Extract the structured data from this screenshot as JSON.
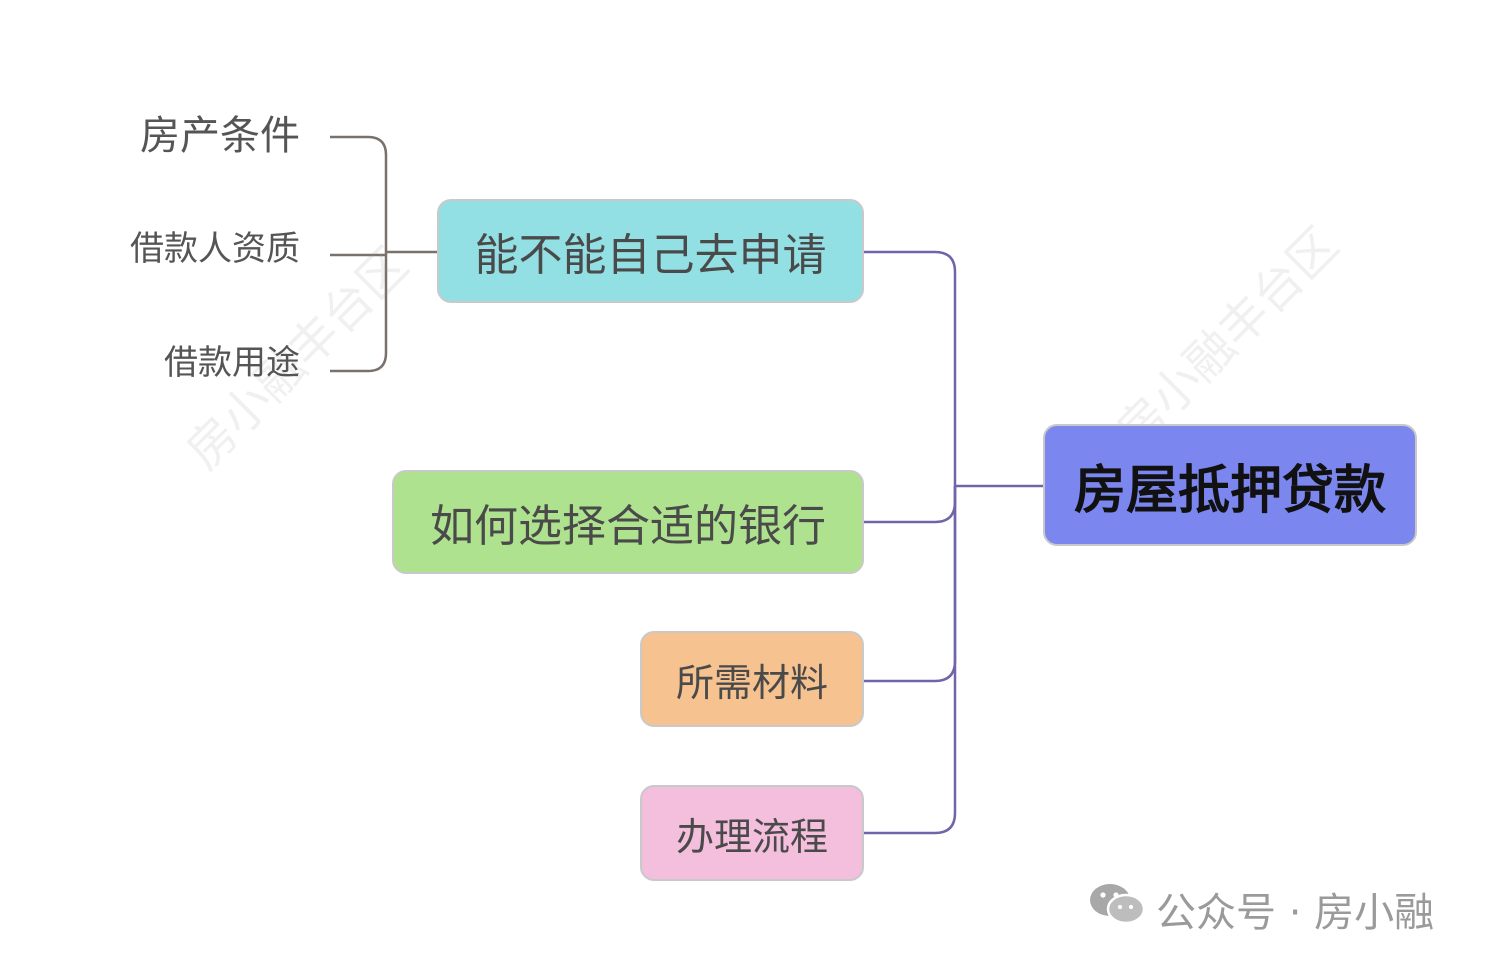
{
  "root": {
    "label": "房屋抵押贷款",
    "color": "#7b86ef"
  },
  "branches": [
    {
      "label": "能不能自己去申请",
      "color": "#93e0e4",
      "leaves": [
        "房产条件",
        "借款人资质",
        "借款用途"
      ]
    },
    {
      "label": "如何选择合适的银行",
      "color": "#aee28e"
    },
    {
      "label": "所需材料",
      "color": "#f5c290"
    },
    {
      "label": "办理流程",
      "color": "#f4bedd"
    }
  ],
  "line_colors": {
    "main": "#6e66a8",
    "sub": "#7a716c"
  },
  "watermark": "房小融丰台区",
  "footer": {
    "icon": "wechat-icon",
    "text": "公众号 · 房小融"
  }
}
